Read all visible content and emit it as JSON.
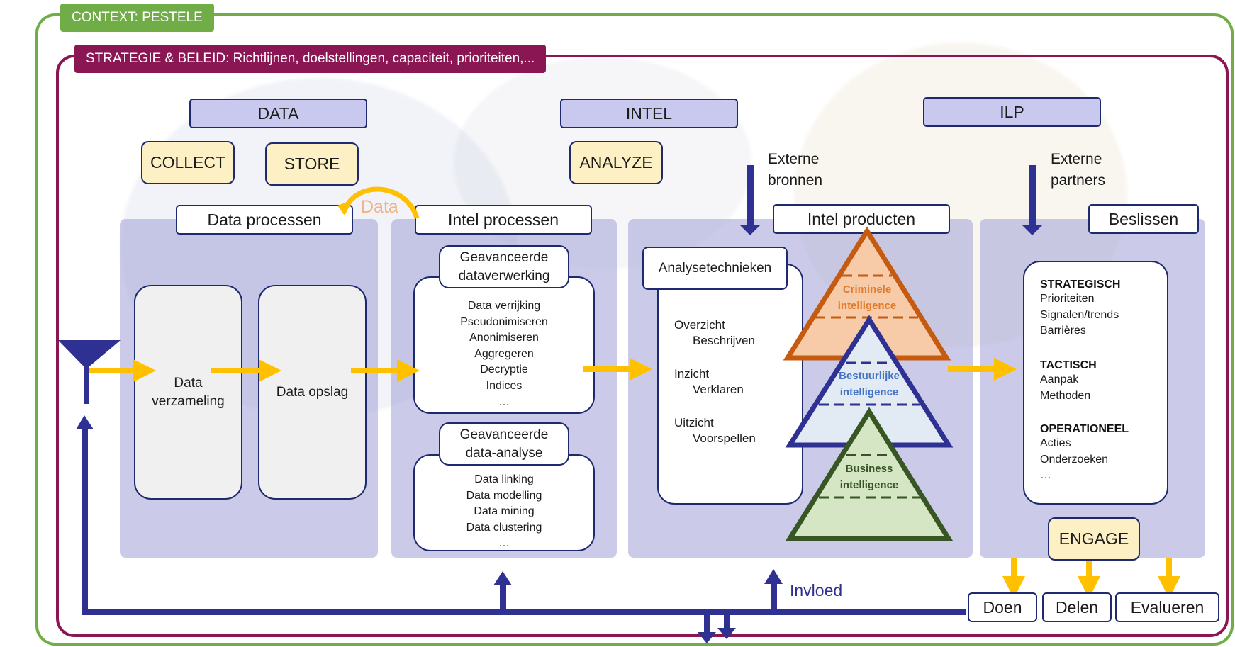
{
  "context_tag": "CONTEXT: PESTELE",
  "strategy_tag": "STRATEGIE & BELEID: Richtlijnen, doelstellingen, capaciteit, prioriteiten,...",
  "headers": {
    "data": "DATA",
    "intel": "INTEL",
    "ilp": "ILP"
  },
  "verbs": {
    "collect": "COLLECT",
    "store": "STORE",
    "analyze": "ANALYZE",
    "engage": "ENGAGE"
  },
  "data_arc_label": "Data",
  "panels": {
    "data_processen": {
      "title": "Data processen",
      "verzameling": "Data verzameling",
      "opslag": "Data opslag"
    },
    "intel_processen": {
      "title": "Intel processen",
      "verwerking_title": "Geavanceerde dataverwerking",
      "verwerking_items": [
        "Data verrijking",
        "Pseudonimiseren",
        "Anonimiseren",
        "Aggregeren",
        "Decryptie",
        "Indices",
        "…"
      ],
      "analyse_title": "Geavanceerde data-analyse",
      "analyse_items": [
        "Data linking",
        "Data modelling",
        "Data mining",
        "Data clustering",
        "…"
      ]
    },
    "intel_producten": {
      "title": "Intel producten",
      "technieken_title": "Analysetechnieken",
      "techniques": [
        {
          "head": "Overzicht",
          "sub": "Beschrijven"
        },
        {
          "head": "Inzicht",
          "sub": "Verklaren"
        },
        {
          "head": "Uitzicht",
          "sub": "Voorspellen"
        }
      ],
      "pyramids": [
        {
          "label": "Criminele intelligence",
          "color": "#c55a11",
          "fill": "#f8cba8"
        },
        {
          "label": "Bestuurlijke intelligence",
          "color": "#2e3192",
          "fill": "#e2eaf4"
        },
        {
          "label": "Business intelligence",
          "color": "#375623",
          "fill": "#d4e6c4"
        }
      ]
    },
    "beslissen": {
      "title": "Beslissen",
      "sections": [
        {
          "head": "STRATEGISCH",
          "items": [
            "Prioriteiten",
            "Signalen/trends",
            "Barrières"
          ]
        },
        {
          "head": "TACTISCH",
          "items": [
            "Aanpak",
            "Methoden"
          ]
        },
        {
          "head": "OPERATIONEEL",
          "items": [
            "Acties",
            "Onderzoeken",
            "…"
          ]
        }
      ]
    }
  },
  "external": {
    "bronnen": [
      "Externe",
      "bronnen"
    ],
    "partners": [
      "Externe",
      "partners"
    ]
  },
  "invloed": "Invloed",
  "actions": [
    "Doen",
    "Delen",
    "Evalueren"
  ],
  "colors": {
    "context": "#70ad47",
    "strategy": "#8b1654",
    "navy": "#2e3192",
    "arrow": "#ffc000",
    "panel": "#a0a0d7"
  }
}
